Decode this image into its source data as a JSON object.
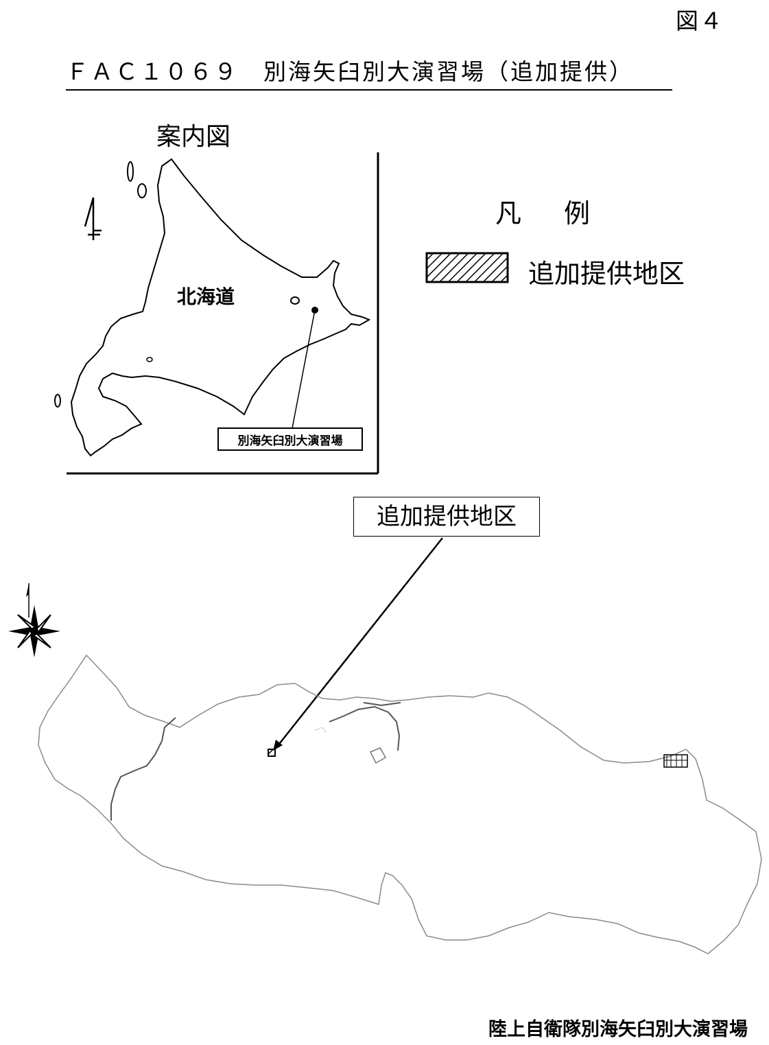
{
  "header": {
    "figure_number": "図４",
    "title": "ＦＡＣ１０６９　別海矢臼別大演習場（追加提供）"
  },
  "inset_map": {
    "title": "案内図",
    "region_label": "北海道",
    "site_label": "別海矢臼別大演習場",
    "north_arrow_icon": "north-arrow-icon"
  },
  "legend": {
    "title": "凡例",
    "items": [
      {
        "label": "追加提供地区",
        "pattern": "diagonal-hatch"
      }
    ]
  },
  "main_map": {
    "callout_label": "追加提供地区",
    "compass_icon": "compass-rose-icon",
    "boundary_color": "#8a8a8a"
  },
  "footer": {
    "caption": "陸上自衛隊別海矢臼別大演習場"
  }
}
